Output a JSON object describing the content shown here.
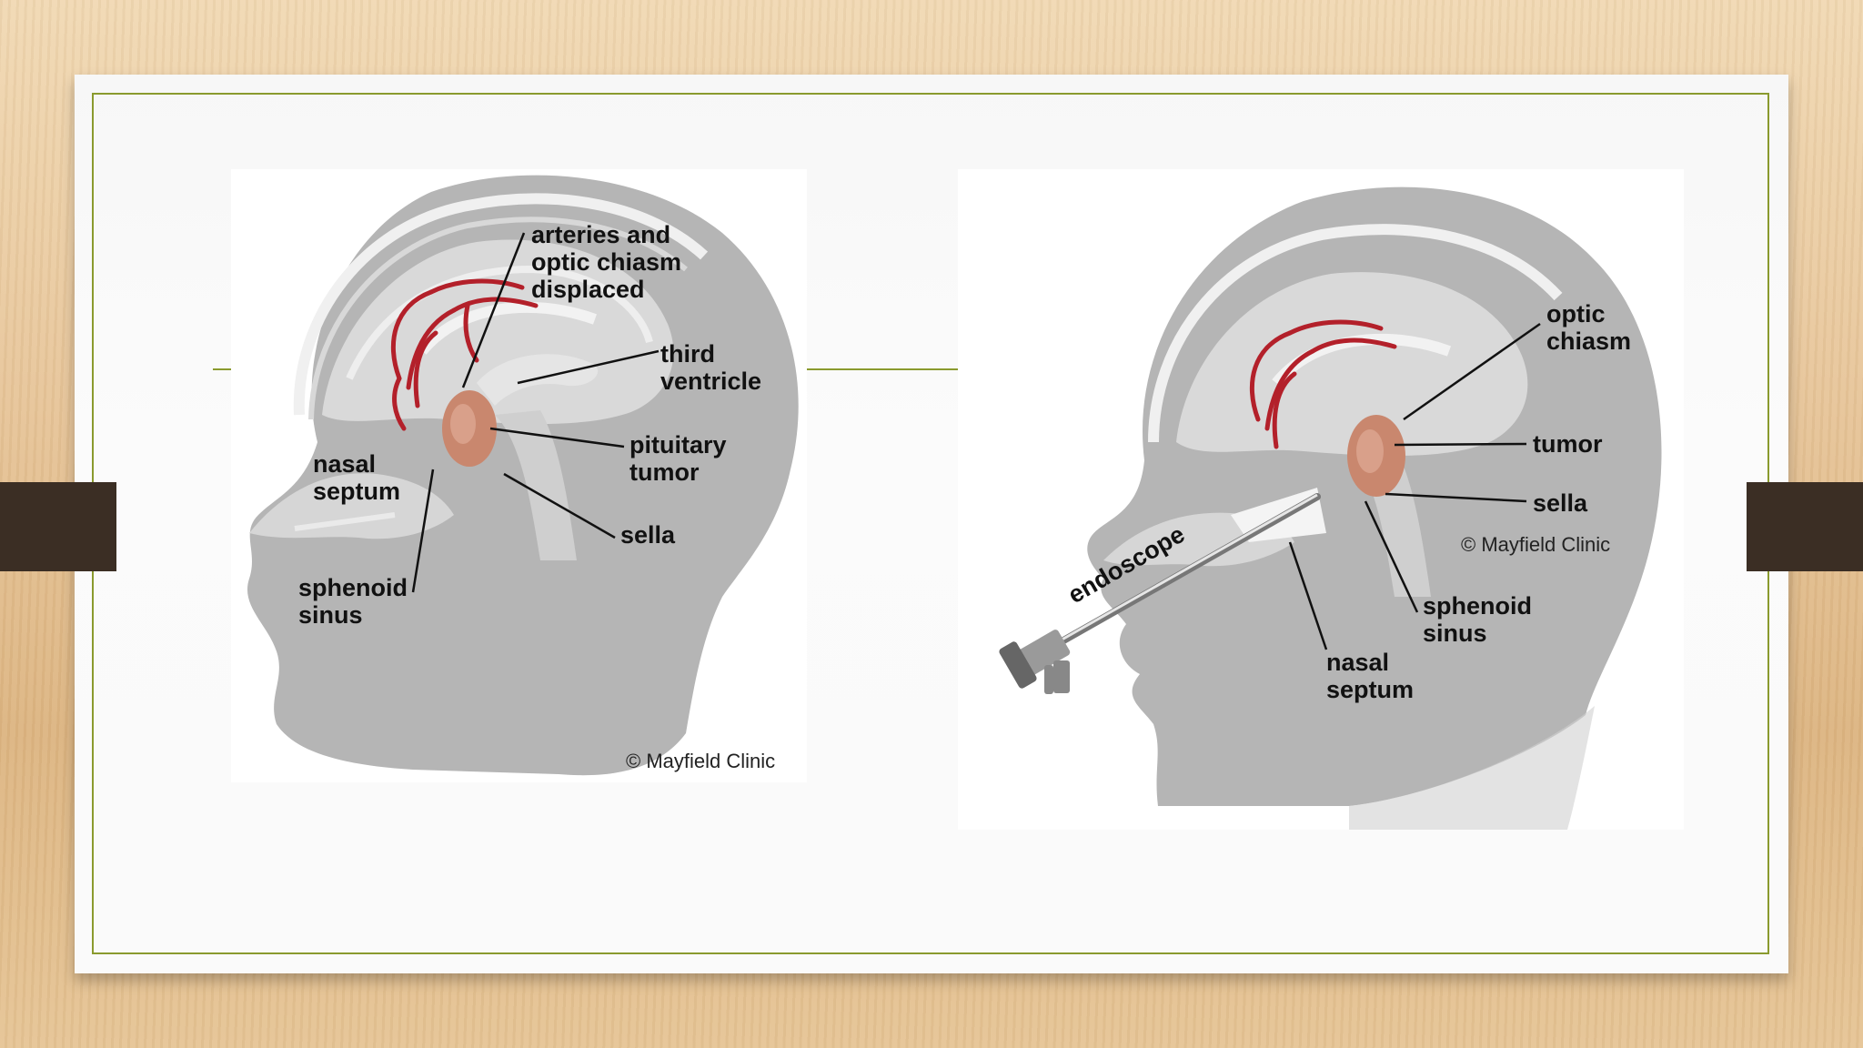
{
  "left_figure": {
    "labels": {
      "arteries_line1": "arteries and",
      "arteries_line2": "optic chiasm",
      "arteries_line3": "displaced",
      "third_ventricle_line1": "third",
      "third_ventricle_line2": "ventricle",
      "pituitary_line1": "pituitary",
      "pituitary_line2": "tumor",
      "sella": "sella",
      "nasal_septum_line1": "nasal",
      "nasal_septum_line2": "septum",
      "sphenoid_line1": "sphenoid",
      "sphenoid_line2": "sinus"
    },
    "copyright": "© Mayfield Clinic"
  },
  "right_figure": {
    "labels": {
      "optic_chiasm_line1": "optic",
      "optic_chiasm_line2": "chiasm",
      "tumor": "tumor",
      "sella": "sella",
      "sphenoid_line1": "sphenoid",
      "sphenoid_line2": "sinus",
      "nasal_septum_line1": "nasal",
      "nasal_septum_line2": "septum",
      "endoscope": "endoscope"
    },
    "copyright": "© Mayfield Clinic"
  },
  "colors": {
    "accent_line": "#8a9a2e",
    "head_gray": "#b5b5b5",
    "artery_red": "#b3202a",
    "tumor": "#c9876e",
    "tab": "#3b2e24"
  }
}
